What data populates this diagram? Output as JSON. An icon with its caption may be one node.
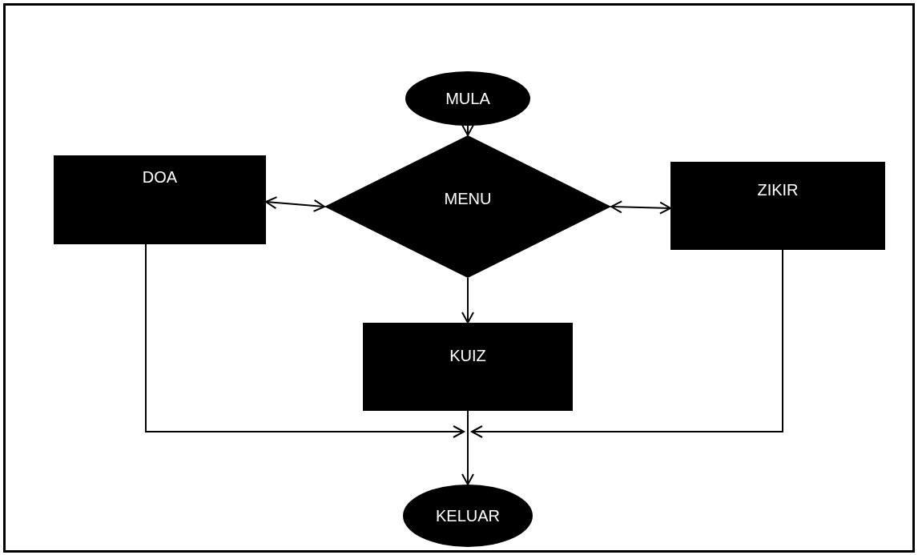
{
  "diagram": {
    "nodes": [
      {
        "text": [
          "MULA"
        ]
      },
      {
        "text": [
          "DOA"
        ]
      },
      {
        "text": [
          "MENU"
        ]
      },
      {
        "text": [
          "ZIKIR"
        ]
      },
      {
        "text": [
          "KUIZ"
        ]
      },
      {
        "text": [
          "KELUAR"
        ]
      }
    ],
    "edges": [
      {
        "from": 0,
        "to": 2,
        "arrow": "to"
      },
      {
        "from": 2,
        "to": 1,
        "arrow": "both"
      },
      {
        "from": 2,
        "to": 3,
        "arrow": "both"
      },
      {
        "from": 2,
        "to": 4,
        "arrow": "to"
      },
      {
        "from": 1,
        "to": 5,
        "arrow": "to"
      },
      {
        "from": 4,
        "to": 5,
        "arrow": "to"
      },
      {
        "from": 3,
        "to": 5,
        "arrow": "to"
      }
    ]
  }
}
